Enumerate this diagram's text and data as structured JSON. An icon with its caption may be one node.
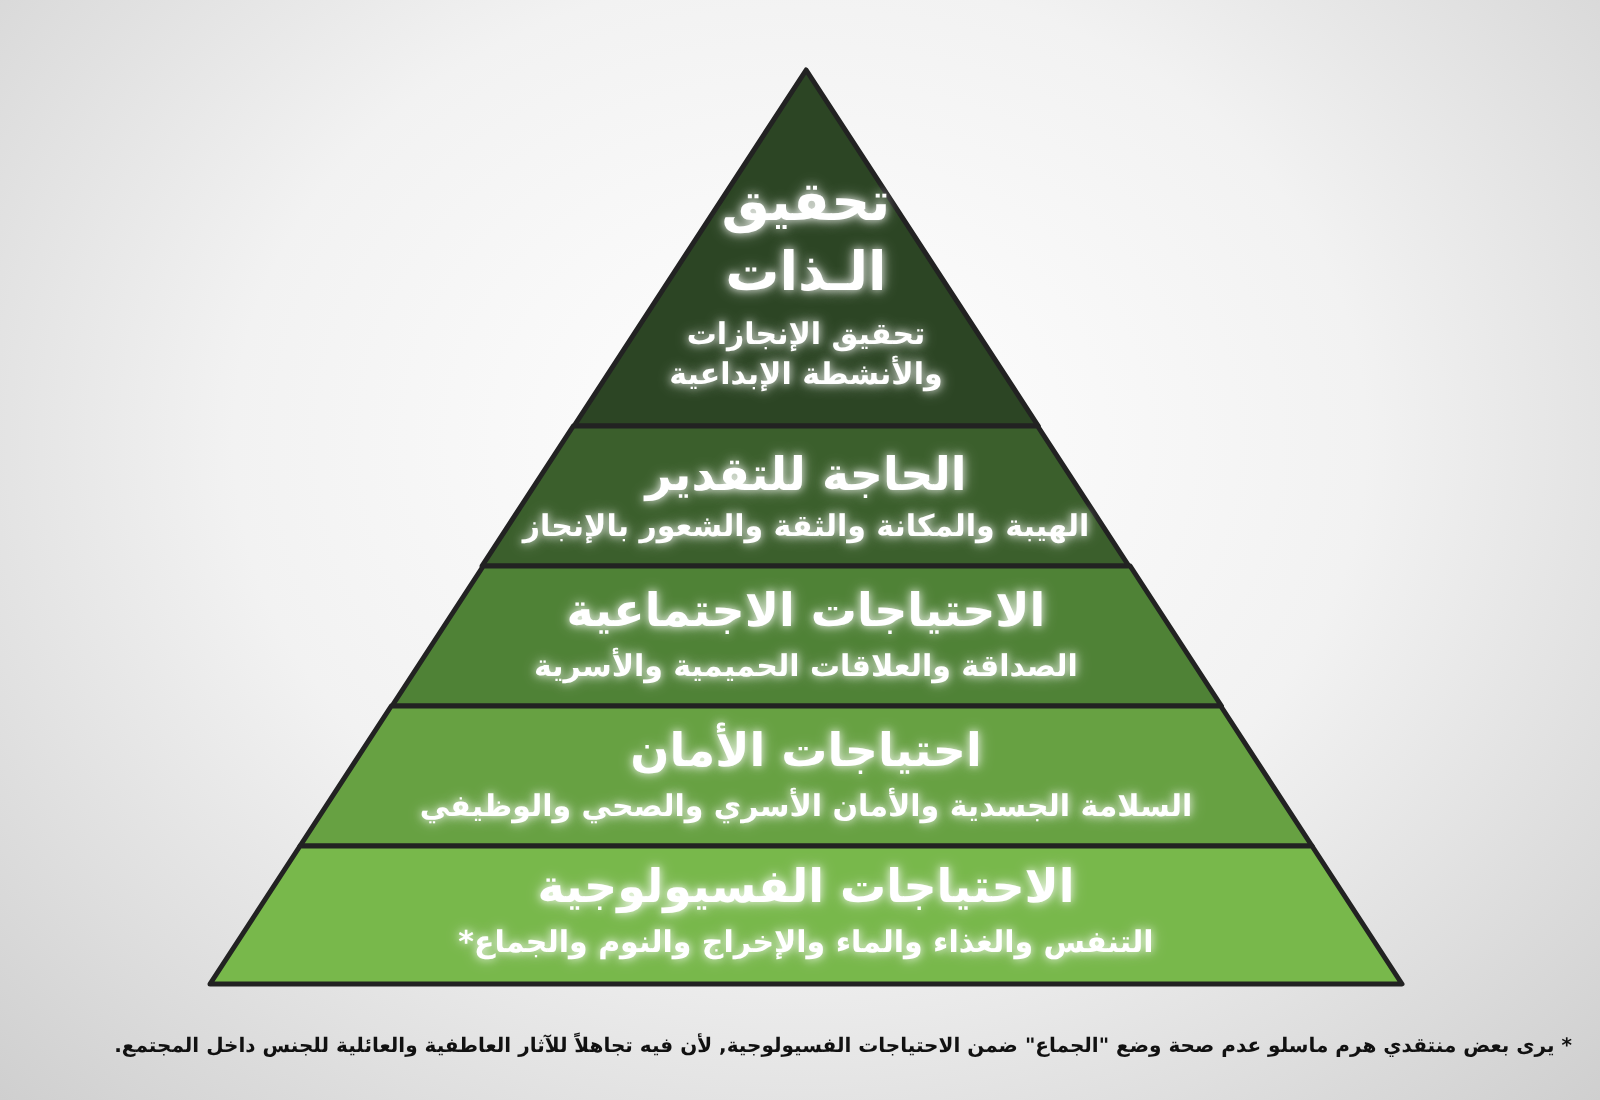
{
  "diagram": {
    "nodes": [
      {
        "text": [
          "تحقيق الـذات",
          "تحقيق الإنجازات والأنشطة الإبداعية"
        ]
      },
      {
        "text": [
          "الحاجة للتقدير",
          "الهيبة والمكانة والثقة والشعور بالإنجاز"
        ]
      },
      {
        "text": [
          "الاحتياجات الاجتماعية",
          "الصداقة والعلاقات الحميمية والأسرية"
        ]
      },
      {
        "text": [
          "احتياجات الأمان",
          "السلامة الجسدية والأمان الأسري والصحي والوظيفي"
        ]
      },
      {
        "text": [
          "الاحتياجات الفسيولوجية",
          "التنفس والغذاء والماء والإخراج والنوم والجماع*"
        ]
      }
    ],
    "edges": [],
    "labels": [
      "* يرى بعض منتقدي هرم ماسلو عدم صحة وضع \"الجماع\" ضمن الاحتياجات الفسيولوجية, لأن فيه تجاهلاً للآثار العاطفية والعائلية للجنس داخل المجتمع."
    ]
  }
}
